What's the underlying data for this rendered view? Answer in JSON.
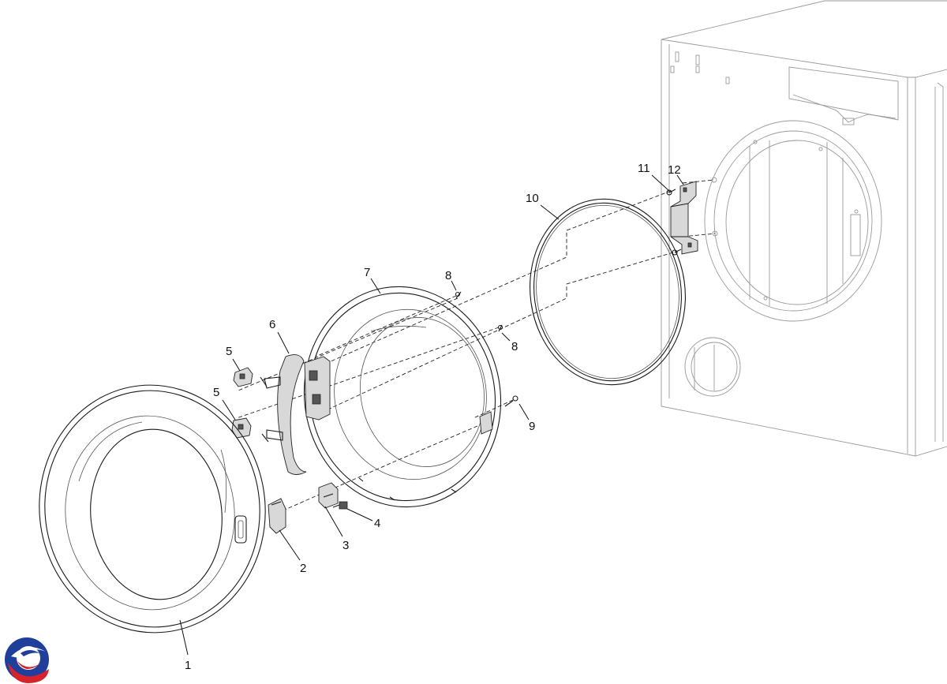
{
  "callouts": [
    {
      "id": "1",
      "label": "1"
    },
    {
      "id": "2",
      "label": "2"
    },
    {
      "id": "3",
      "label": "3"
    },
    {
      "id": "4",
      "label": "4"
    },
    {
      "id": "5a",
      "label": "5"
    },
    {
      "id": "5b",
      "label": "5"
    },
    {
      "id": "6",
      "label": "6"
    },
    {
      "id": "7",
      "label": "7"
    },
    {
      "id": "8a",
      "label": "8"
    },
    {
      "id": "8b",
      "label": "8"
    },
    {
      "id": "9",
      "label": "9"
    },
    {
      "id": "10",
      "label": "10"
    },
    {
      "id": "11",
      "label": "11"
    },
    {
      "id": "12",
      "label": "12"
    }
  ],
  "logo": {
    "colors": {
      "blue": "#1f3f9a",
      "red": "#d8232a"
    }
  }
}
